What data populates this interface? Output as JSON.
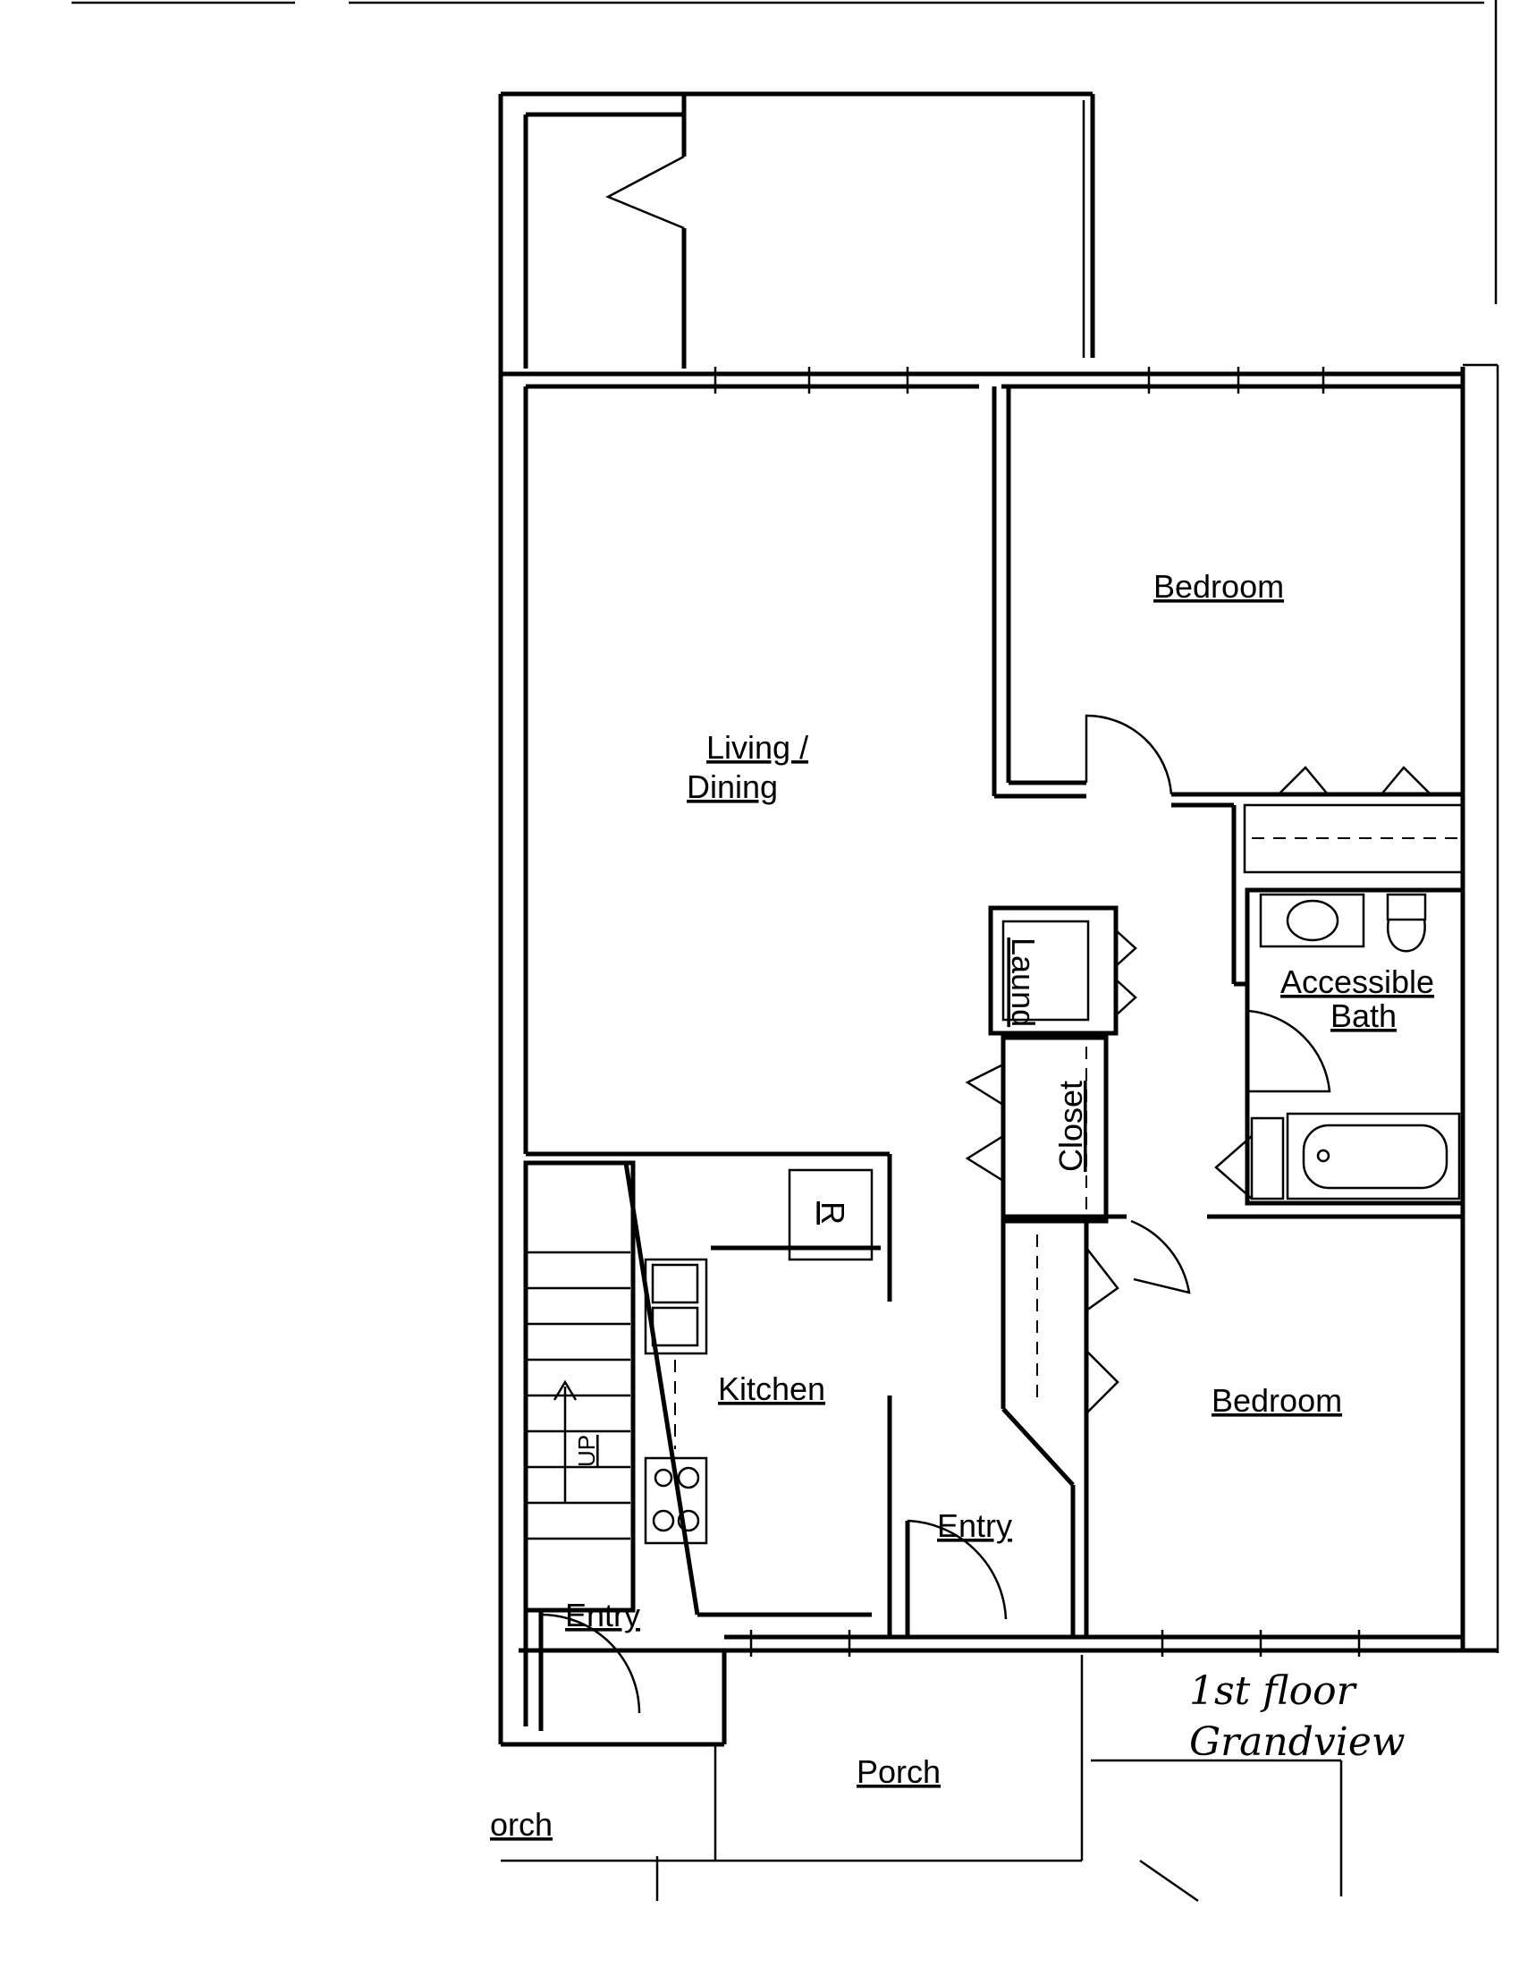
{
  "rooms": {
    "bedroom_top": "Bedroom",
    "living_line1": "Living /",
    "living_line2": "Dining",
    "laund": "Laund",
    "accessible_line1": "Accessible",
    "accessible_line2": "Bath",
    "closet": "Closet",
    "refrigerator": "R",
    "kitchen": "Kitchen",
    "stairs_up": "UP",
    "bedroom_bottom": "Bedroom",
    "entry_right": "Entry",
    "entry_left": "Entry",
    "porch": "Porch",
    "porch_partial": "orch"
  },
  "note": {
    "line1": "1st floor",
    "line2": "Grandview"
  }
}
